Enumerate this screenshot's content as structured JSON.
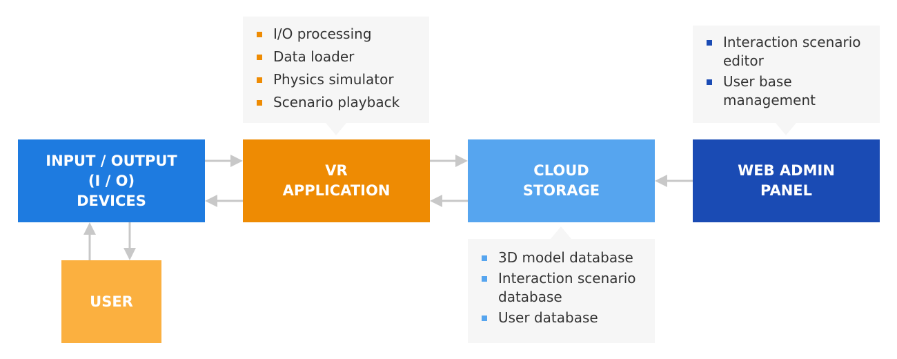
{
  "nodes": {
    "io": {
      "line1": "INPUT / OUTPUT",
      "line2": "(I / O)",
      "line3": "DEVICES"
    },
    "vr": {
      "line1": "VR",
      "line2": "APPLICATION"
    },
    "cloud": {
      "line1": "CLOUD",
      "line2": "STORAGE"
    },
    "web": {
      "line1": "WEB ADMIN",
      "line2": "PANEL"
    },
    "user": {
      "line1": "USER"
    }
  },
  "callouts": {
    "vr": [
      "I/O processing",
      "Data loader",
      "Physics simulator",
      "Scenario playback"
    ],
    "web": [
      "Interaction scenario editor",
      "User base management"
    ],
    "cloud": [
      "3D model database",
      "Interaction scenario database",
      "User database"
    ]
  },
  "colors": {
    "io": "#1e7be0",
    "vr": "#ee8b03",
    "cloud": "#56a5ef",
    "web": "#1a4bb4",
    "user": "#fbb040",
    "arrow": "#c8c8c8",
    "callout_bg": "#f6f6f6"
  }
}
